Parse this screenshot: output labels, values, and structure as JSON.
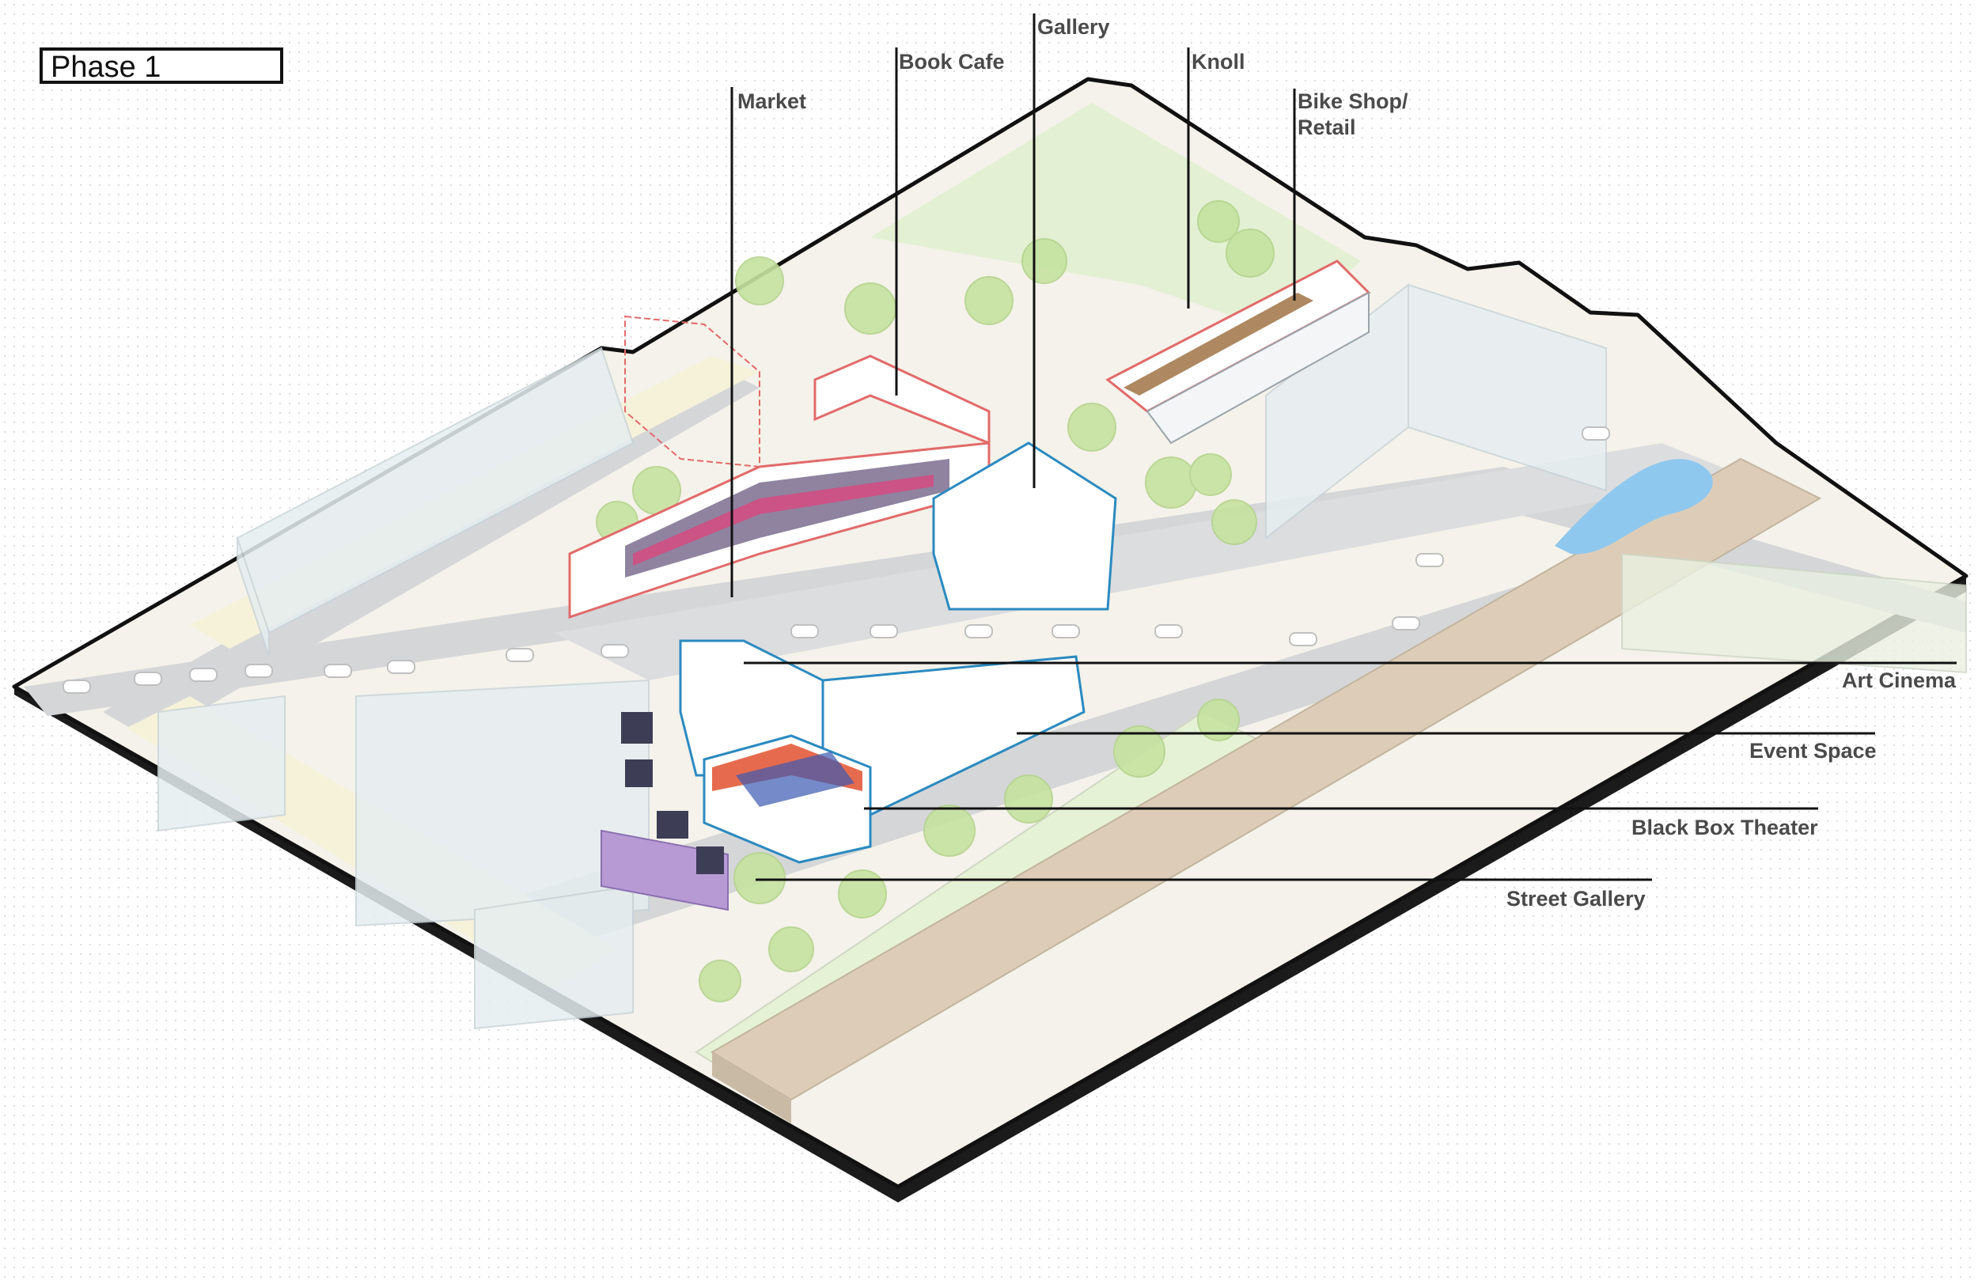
{
  "title": "Phase 1",
  "labels": {
    "market": "Market",
    "book_cafe": "Book Cafe",
    "gallery": "Gallery",
    "knoll": "Knoll",
    "bike_shop_line1": "Bike Shop/",
    "bike_shop_line2": "Retail",
    "art_cinema": "Art Cinema",
    "event_space": "Event Space",
    "black_box_theater": "Black Box Theater",
    "street_gallery": "Street Gallery"
  },
  "colors": {
    "phase_a_outline": "#e26a6a",
    "phase_b_outline": "#2b8ac0",
    "greenery": "#c6e3a0",
    "road": "#d5d6d8",
    "sidewalk": "#f6f1d9",
    "rail_roof": "#ddcdb8",
    "water": "#8fc8ef"
  }
}
